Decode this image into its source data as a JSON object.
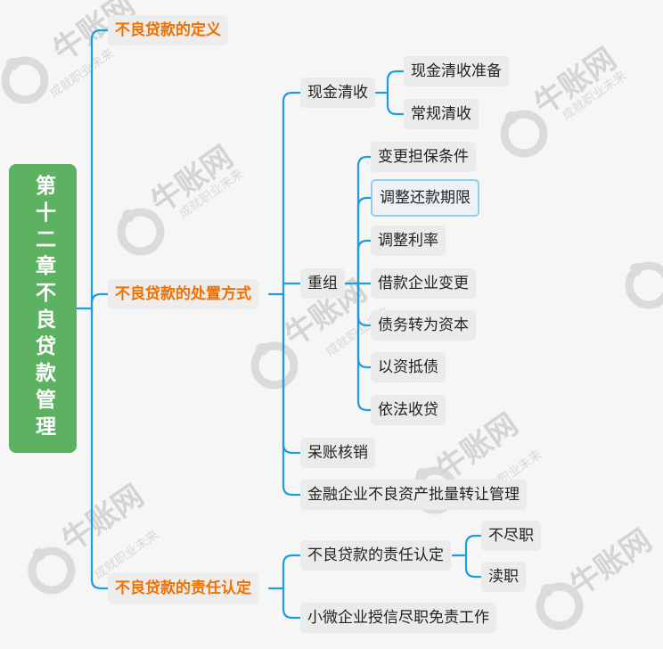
{
  "watermark": {
    "brand": "牛账网",
    "slogan": "成就职业未来"
  },
  "root": {
    "title": "第十二章不良贷款管理"
  },
  "branches": {
    "definition": "不良贷款的定义",
    "disposal": "不良贷款的处置方式",
    "responsibility": "不良贷款的责任认定"
  },
  "disposal": {
    "cash": "现金清收",
    "cash_items": [
      "现金清收准备",
      "常规清收"
    ],
    "reorg": "重组",
    "reorg_items": [
      "变更担保条件",
      "调整还款期限",
      "调整利率",
      "借款企业变更",
      "债务转为资本",
      "以资抵债",
      "依法收贷"
    ],
    "writeoff": "呆账核销",
    "transfer": "金融企业不良资产批量转让管理"
  },
  "responsibility": {
    "determination": "不良贷款的责任认定",
    "determination_items": [
      "不尽职",
      "渎职"
    ],
    "exemption": "小微企业授信尽职免责工作"
  },
  "colors": {
    "root": "#5db262",
    "connector": "#1a9ee0",
    "branch_text": "#f07000",
    "node_bg": "#ebebeb"
  }
}
